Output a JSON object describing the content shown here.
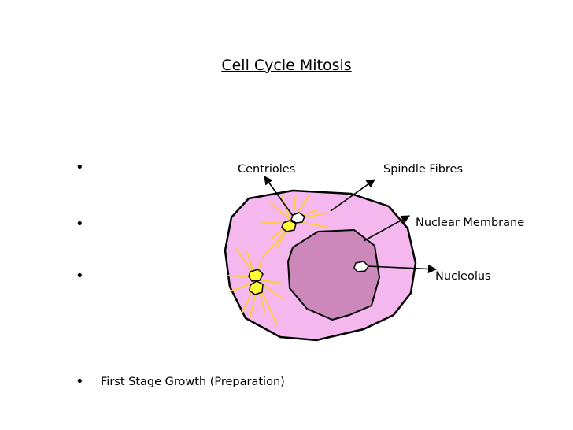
{
  "slide": {
    "title": "Cell Cycle Mitosis"
  },
  "bullets": [
    {
      "text": ""
    },
    {
      "text": ""
    },
    {
      "text": ""
    },
    {
      "text": "First Stage Growth (Preparation)"
    }
  ],
  "bullet_glyph": "•",
  "diagram_labels": {
    "centrioles": "Centrioles",
    "spindle_fibres": "Spindle Fibres",
    "nuclear_membrane": "Nuclear Membrane",
    "nucleolus": "Nucleolus"
  },
  "colors": {
    "cell": "#f4b8ee",
    "nucleus": "#cc88bb",
    "spindle": "#ffcc44",
    "centriole": "#ffff33",
    "outline": "#000000"
  }
}
